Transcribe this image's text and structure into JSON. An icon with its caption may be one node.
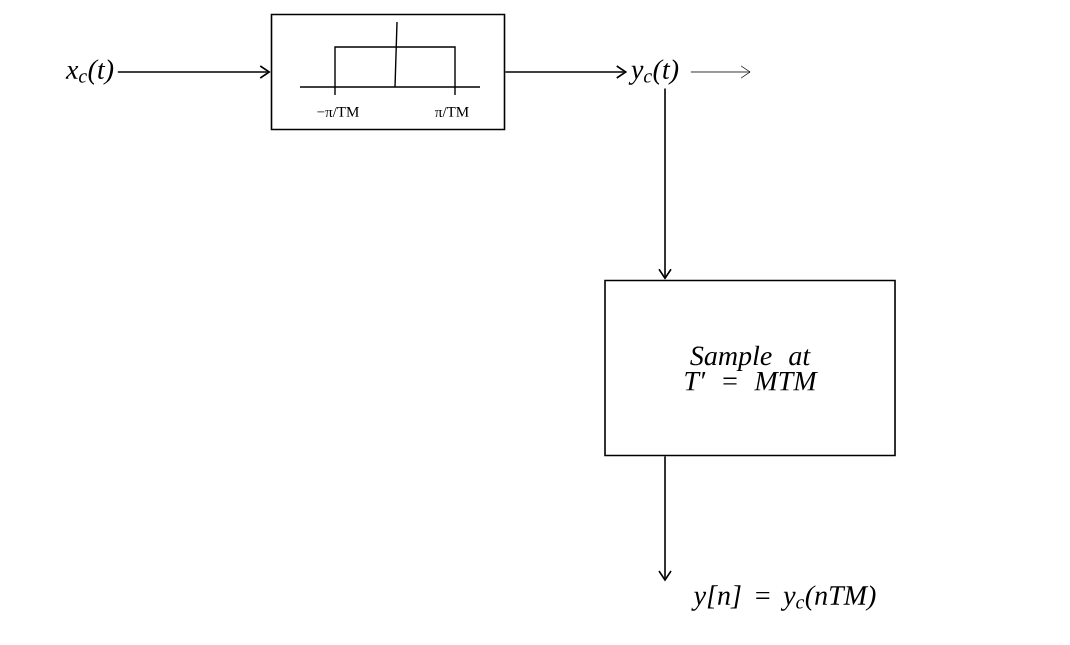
{
  "diagram": {
    "nodes": [
      {
        "text": [
          "x$_{c}$(t)"
        ]
      },
      {
        "text": [
          "−π/TM",
          "π/TM"
        ]
      },
      {
        "text": [
          "y$_{c}$(t)"
        ]
      },
      {
        "text": [
          "Sample at T′ = MTM"
        ]
      },
      {
        "text": [
          "y[n] = y$_{c}$(nTM)"
        ]
      }
    ],
    "edges": [
      {
        "from": 0,
        "to": 1,
        "arrow": "to"
      },
      {
        "from": 1,
        "to": 2,
        "arrow": "to"
      },
      {
        "from": 2,
        "to": null,
        "arrow": "to"
      },
      {
        "from": 2,
        "to": 3,
        "arrow": "to"
      },
      {
        "from": 3,
        "to": 4,
        "arrow": "to"
      }
    ]
  }
}
